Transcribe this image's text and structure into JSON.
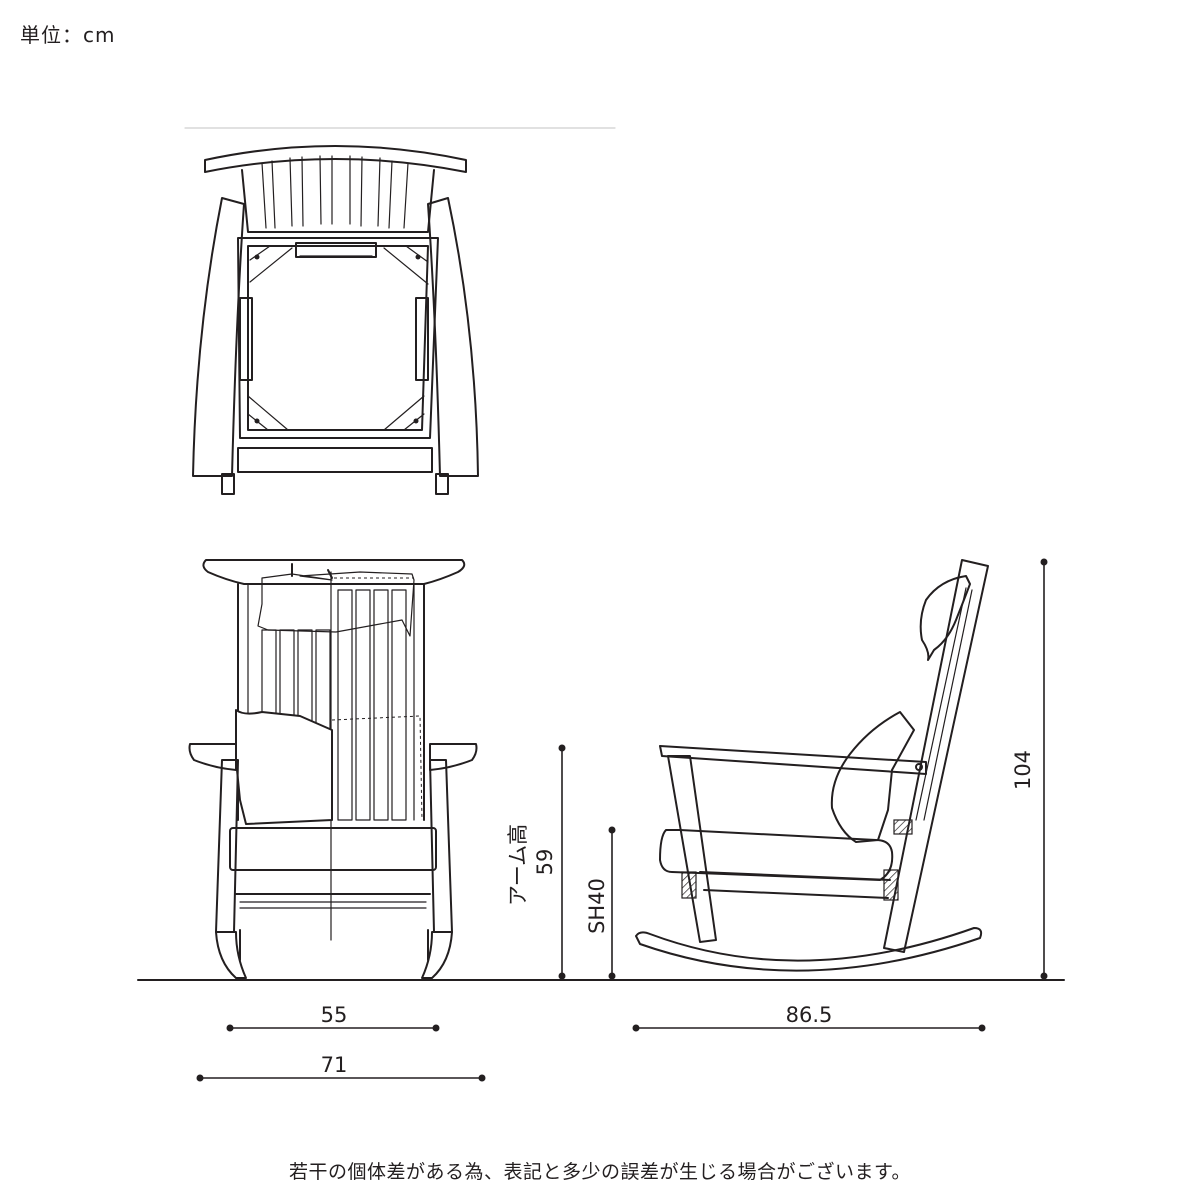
{
  "unit_label": "単位：cm",
  "footnote": "若干の個体差がある為、表記と多少の誤差が生じる場合がございます。",
  "dimensions": {
    "inner_width": "55",
    "outer_width": "71",
    "depth": "86.5",
    "arm_height_label": "アーム高",
    "arm_height": "59",
    "seat_height": "SH40",
    "total_height": "104"
  },
  "views": [
    "top-view",
    "front-view",
    "side-view"
  ]
}
